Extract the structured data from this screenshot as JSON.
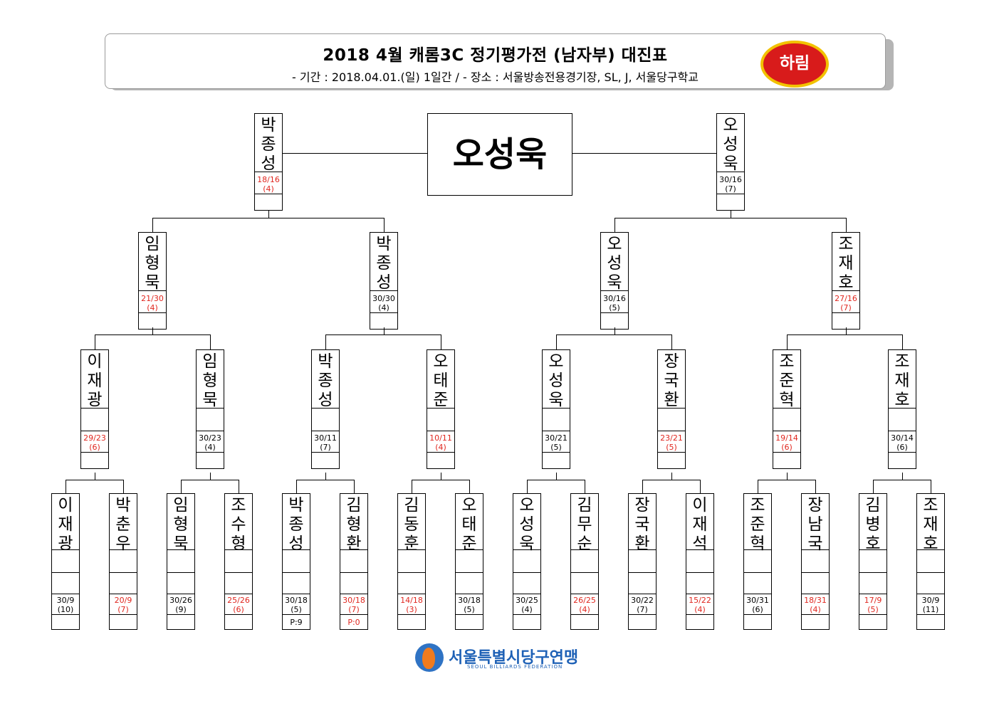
{
  "header": {
    "title": "2018  4월  캐롬3C  정기평가전  (남자부)  대진표",
    "subtitle": "-  기간  :  2018.04.01.(일)  1일간  /  -  장소  :  서울방송전용경기장,  SL,  J,  서울당구학교",
    "sponsor": "하림"
  },
  "champion": "오성욱",
  "r1": [
    {
      "name": "이재광",
      "score": "30/9",
      "inn": "(10)",
      "red": false,
      "note": ""
    },
    {
      "name": "박춘우",
      "score": "20/9",
      "inn": "(7)",
      "red": true,
      "note": ""
    },
    {
      "name": "임형묵",
      "score": "30/26",
      "inn": "(9)",
      "red": false,
      "note": ""
    },
    {
      "name": "조수형",
      "score": "25/26",
      "inn": "(6)",
      "red": true,
      "note": ""
    },
    {
      "name": "박종성",
      "score": "30/18",
      "inn": "(5)",
      "red": false,
      "note": "P:9"
    },
    {
      "name": "김형환",
      "score": "30/18",
      "inn": "(7)",
      "red": true,
      "note": "P:0"
    },
    {
      "name": "김동훈",
      "score": "14/18",
      "inn": "(3)",
      "red": true,
      "note": ""
    },
    {
      "name": "오태준",
      "score": "30/18",
      "inn": "(5)",
      "red": false,
      "note": ""
    },
    {
      "name": "오성욱",
      "score": "30/25",
      "inn": "(4)",
      "red": false,
      "note": ""
    },
    {
      "name": "김무순",
      "score": "26/25",
      "inn": "(4)",
      "red": true,
      "note": ""
    },
    {
      "name": "장국환",
      "score": "30/22",
      "inn": "(7)",
      "red": false,
      "note": ""
    },
    {
      "name": "이재석",
      "score": "15/22",
      "inn": "(4)",
      "red": true,
      "note": ""
    },
    {
      "name": "조준혁",
      "score": "30/31",
      "inn": "(6)",
      "red": false,
      "note": ""
    },
    {
      "name": "장남국",
      "score": "18/31",
      "inn": "(4)",
      "red": true,
      "note": ""
    },
    {
      "name": "김병호",
      "score": "17/9",
      "inn": "(5)",
      "red": true,
      "note": ""
    },
    {
      "name": "조재호",
      "score": "30/9",
      "inn": "(11)",
      "red": false,
      "note": ""
    }
  ],
  "r2": [
    {
      "name": "이재광",
      "score": "29/23",
      "inn": "(6)",
      "red": true
    },
    {
      "name": "임형묵",
      "score": "30/23",
      "inn": "(4)",
      "red": false
    },
    {
      "name": "박종성",
      "score": "30/11",
      "inn": "(7)",
      "red": false
    },
    {
      "name": "오태준",
      "score": "10/11",
      "inn": "(4)",
      "red": true
    },
    {
      "name": "오성욱",
      "score": "30/21",
      "inn": "(5)",
      "red": false
    },
    {
      "name": "장국환",
      "score": "23/21",
      "inn": "(5)",
      "red": true
    },
    {
      "name": "조준혁",
      "score": "19/14",
      "inn": "(6)",
      "red": true
    },
    {
      "name": "조재호",
      "score": "30/14",
      "inn": "(6)",
      "red": false
    }
  ],
  "r3": [
    {
      "name": "임형묵",
      "score": "21/30",
      "inn": "(4)",
      "red": true
    },
    {
      "name": "박종성",
      "score": "30/30",
      "inn": "(4)",
      "red": false
    },
    {
      "name": "오성욱",
      "score": "30/16",
      "inn": "(5)",
      "red": false
    },
    {
      "name": "조재호",
      "score": "27/16",
      "inn": "(7)",
      "red": true
    }
  ],
  "r4": [
    {
      "name": "박종성",
      "score": "18/16",
      "inn": "(4)",
      "red": true
    },
    {
      "name": "오성욱",
      "score": "30/16",
      "inn": "(7)",
      "red": false
    }
  ],
  "footer": {
    "federation": "서울특별시당구연맹",
    "federation_en": "SEOUL BILLIARDS FEDERATION"
  },
  "colors": {
    "loss_score": "#e0271f",
    "federation_blue": "#1e61b6",
    "sponsor_red": "#d81b1b"
  }
}
